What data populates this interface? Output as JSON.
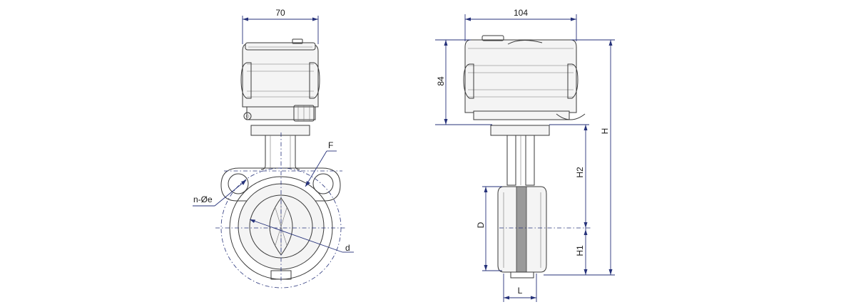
{
  "front_view": {
    "width_label": "70",
    "bolt_hole_label": "n-Øe",
    "flange_label": "F",
    "bore_label": "d"
  },
  "side_view": {
    "width_label": "104",
    "actuator_height_label": "84",
    "total_height_label": "H",
    "upper_height_label": "H2",
    "lower_height_label": "H1",
    "diameter_label": "D",
    "length_label": "L"
  },
  "colors": {
    "dimension_lines": "#26327a",
    "part_outline": "#3a3a3a",
    "background": "#ffffff"
  }
}
